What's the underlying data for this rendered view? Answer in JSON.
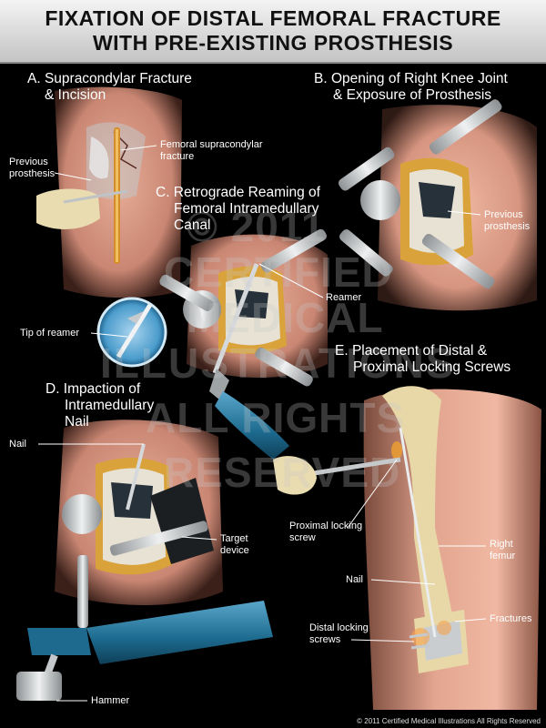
{
  "title": {
    "line1": "FIXATION OF DISTAL FEMORAL FRACTURE",
    "line2": "WITH PRE-EXISTING PROSTHESIS"
  },
  "panels": {
    "a": {
      "title_l1": "A. Supracondylar Fracture",
      "title_l2": "& Incision"
    },
    "b": {
      "title_l1": "B. Opening of Right Knee Joint",
      "title_l2": "& Exposure of Prosthesis"
    },
    "c": {
      "title_l1": "C. Retrograde Reaming of",
      "title_l2": "Femoral Intramedullary",
      "title_l3": "Canal"
    },
    "d": {
      "title_l1": "D. Impaction of",
      "title_l2": "Intramedullary",
      "title_l3": "Nail"
    },
    "e": {
      "title_l1": "E. Placement of Distal &",
      "title_l2": "Proximal Locking Screws"
    }
  },
  "labels": {
    "previous_prosthesis_a_l1": "Previous",
    "previous_prosthesis_a_l2": "prosthesis",
    "femoral_fracture_l1": "Femoral supracondylar",
    "femoral_fracture_l2": "fracture",
    "previous_prosthesis_b_l1": "Previous",
    "previous_prosthesis_b_l2": "prosthesis",
    "reamer": "Reamer",
    "tip_of_reamer": "Tip of reamer",
    "nail_d": "Nail",
    "target_device_l1": "Target",
    "target_device_l2": "device",
    "hammer": "Hammer",
    "proximal_screw_l1": "Proximal locking",
    "proximal_screw_l2": "screw",
    "right_femur_l1": "Right",
    "right_femur_l2": "femur",
    "nail_e": "Nail",
    "fractures": "Fractures",
    "distal_screws_l1": "Distal locking",
    "distal_screws_l2": "screws"
  },
  "watermark": {
    "line1": "© 2011",
    "line2": "CERTIFIED",
    "line3": "MEDICAL",
    "line4": "ILLUSTRATIONS",
    "line5": "ALL RIGHTS",
    "line6": "RESERVED"
  },
  "copyright": "© 2011 Certified Medical Illustrations All Rights Reserved",
  "colors": {
    "background": "#000000",
    "skin": "#d99a84",
    "incision": "#d8a03a",
    "metal": "#c8cacc",
    "bone": "#e8d8a8",
    "tool_blue": "#1f6b8f"
  }
}
